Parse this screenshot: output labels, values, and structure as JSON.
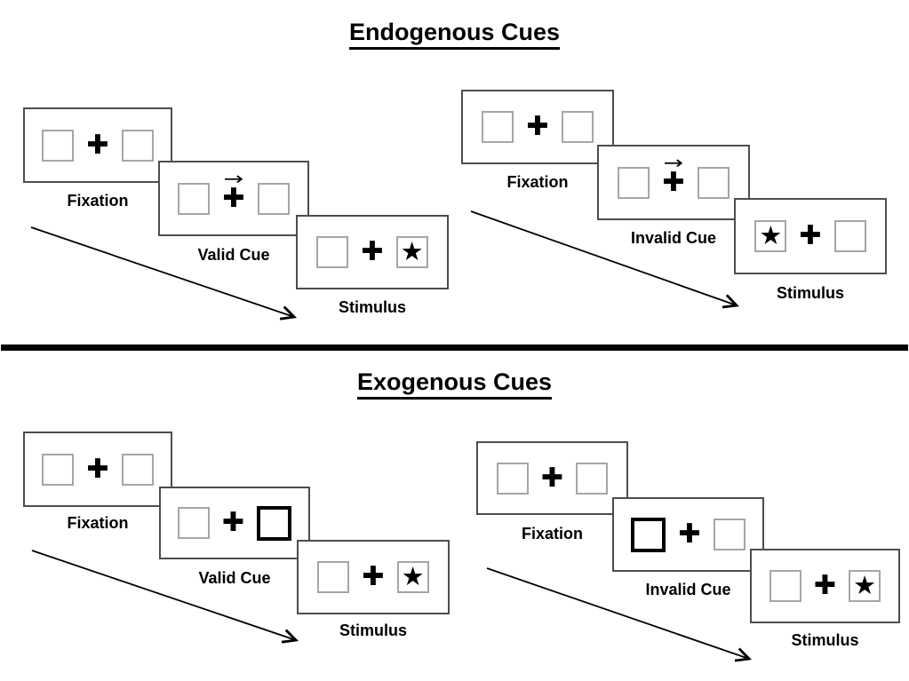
{
  "sections": {
    "endogenous": {
      "title": "Endogenous Cues",
      "valid": {
        "fixation": "Fixation",
        "cue": "Valid Cue",
        "stimulus": "Stimulus"
      },
      "invalid": {
        "fixation": "Fixation",
        "cue": "Invalid Cue",
        "stimulus": "Stimulus"
      }
    },
    "exogenous": {
      "title": "Exogenous Cues",
      "valid": {
        "fixation": "Fixation",
        "cue": "Valid Cue",
        "stimulus": "Stimulus"
      },
      "invalid": {
        "fixation": "Fixation",
        "cue": "Invalid Cue",
        "stimulus": "Stimulus"
      }
    }
  },
  "icons": {
    "fixation_cross": "✚",
    "target_star": "★",
    "cue_arrow": "→"
  },
  "colors": {
    "ink": "#000000",
    "panel_border": "#4d4d4d",
    "box_border": "#a6a6a6",
    "highlight_border": "#000000",
    "background": "#ffffff"
  }
}
